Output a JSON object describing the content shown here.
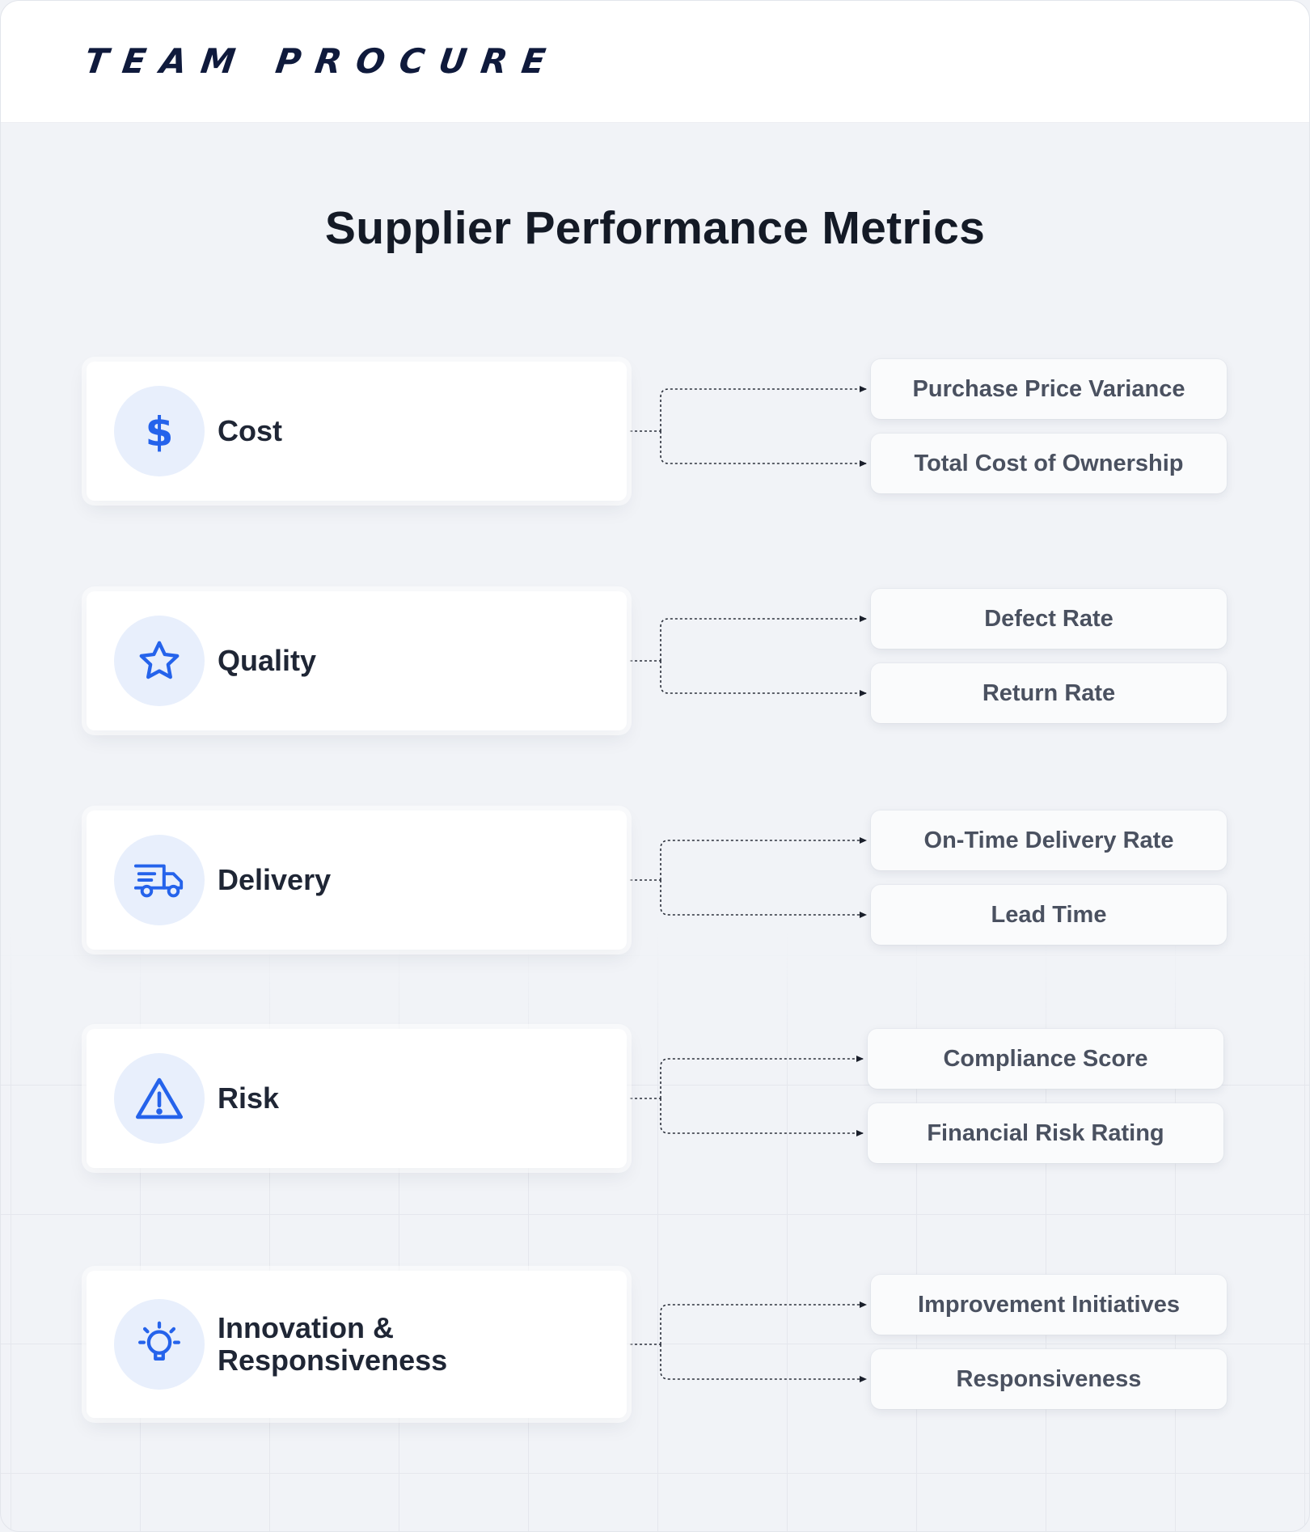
{
  "brand": {
    "logo_text": "TEAM PROCURE"
  },
  "title": "Supplier Performance Metrics",
  "categories": [
    {
      "label_lines": [
        "Cost"
      ],
      "icon": "dollar-icon",
      "metrics": [
        "Purchase Price Variance",
        "Total Cost of Ownership"
      ]
    },
    {
      "label_lines": [
        "Quality"
      ],
      "icon": "star-icon",
      "metrics": [
        "Defect Rate",
        "Return Rate"
      ]
    },
    {
      "label_lines": [
        "Delivery"
      ],
      "icon": "truck-icon",
      "metrics": [
        "On-Time Delivery Rate",
        "Lead Time"
      ]
    },
    {
      "label_lines": [
        "Risk"
      ],
      "icon": "warning-triangle-icon",
      "metrics": [
        "Compliance Score",
        "Financial Risk Rating"
      ]
    },
    {
      "label_lines": [
        "Innovation &",
        "Responsiveness"
      ],
      "icon": "lightbulb-icon",
      "metrics": [
        "Improvement Initiatives",
        "Responsiveness"
      ]
    }
  ],
  "colors": {
    "accent": "#2563eb",
    "icon_bg": "#e8effc",
    "title": "#141a26",
    "logo": "#0f1a3c"
  }
}
